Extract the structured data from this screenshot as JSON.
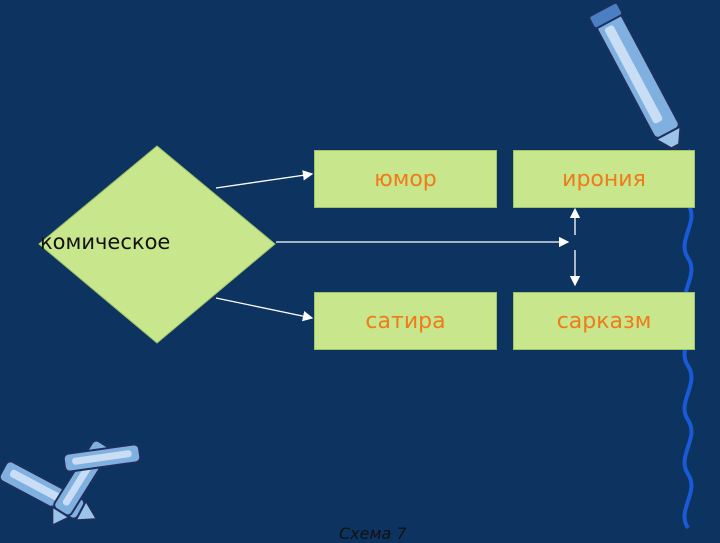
{
  "diagram": {
    "root": {
      "label": "комическое"
    },
    "boxes": [
      {
        "label": "юмор"
      },
      {
        "label": "ирония"
      },
      {
        "label": "сатира"
      },
      {
        "label": "сарказм"
      }
    ],
    "caption": "Схема 7"
  },
  "colors": {
    "background": "#0d3461",
    "box_fill": "#c8e68c",
    "box_text": "#f07a1a",
    "diamond_fill": "#c8e68c",
    "arrow": "#ffffff",
    "wave": "#1a5ad6"
  },
  "decorations": {
    "icons": [
      "pen-icon",
      "crossed-pens-icon",
      "blue-wave-line"
    ]
  }
}
